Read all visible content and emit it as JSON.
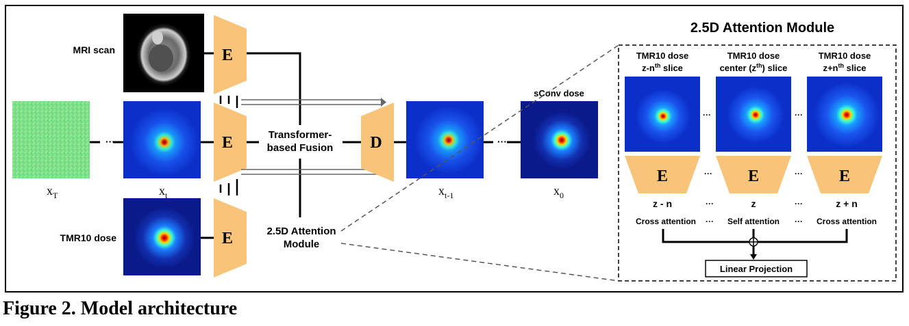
{
  "caption": "Figure 2. Model architecture",
  "inputs": {
    "mri_scan": "MRI scan",
    "tmr10_dose": "TMR10 dose"
  },
  "encoder_label": "E",
  "decoder_label": "D",
  "fusion_label": [
    "Transformer-",
    "based Fusion"
  ],
  "attention_label": [
    "2.5D Attention",
    "Module"
  ],
  "ellipsis": "···",
  "sconv_label": "sConv dose",
  "time_labels": {
    "xT": {
      "base": "x",
      "sub": "T"
    },
    "xt": {
      "base": "x",
      "sub": "t"
    },
    "xt1": {
      "base": "x",
      "sub": "t-1"
    },
    "x0": {
      "base": "x",
      "sub": "0"
    }
  },
  "module": {
    "title": "2.5D Attention Module",
    "columns": [
      {
        "head1": "TMR10 dose",
        "head2_pre": "z-n",
        "head2_sup": "th",
        "head2_post": " slice",
        "z": "z - n",
        "attention": "Cross attention"
      },
      {
        "head1": "TMR10 dose",
        "head2_pre": "center (z",
        "head2_sup": "th",
        "head2_post": ") slice",
        "z": "z",
        "attention": "Self attention"
      },
      {
        "head1": "TMR10 dose",
        "head2_pre": "z+n",
        "head2_sup": "th",
        "head2_post": " slice",
        "z": "z + n",
        "attention": "Cross attention"
      }
    ],
    "projection": "Linear Projection"
  },
  "colors": {
    "encoder": "#F7C47A",
    "noise": "#7FE08A",
    "dose_bg": "#0C2FC9",
    "dose_dark": "#0A1A8A"
  }
}
